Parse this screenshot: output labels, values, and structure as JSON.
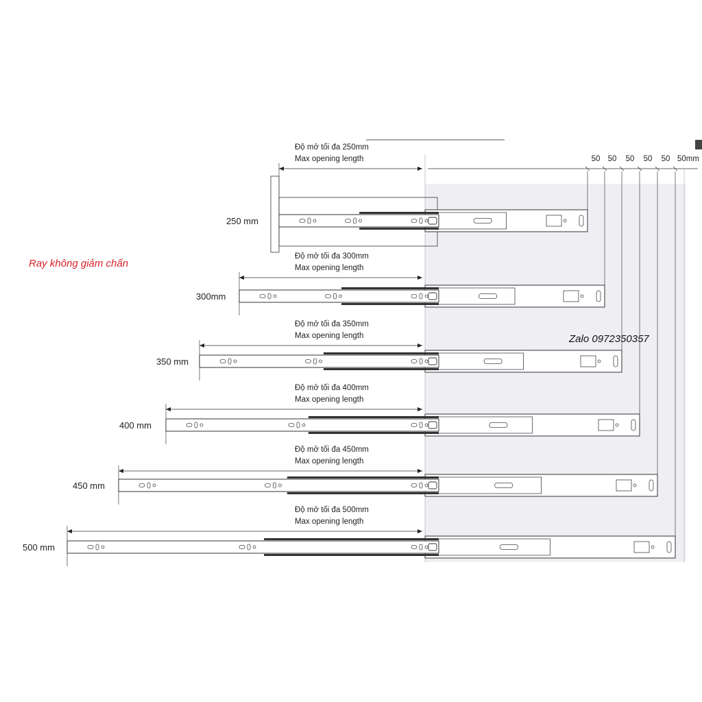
{
  "title_note": "Ray không giảm chấn",
  "watermark": "Zalo 0972350357",
  "increments": [
    "50",
    "50",
    "50",
    "50",
    "50",
    "50mm"
  ],
  "rows": [
    {
      "size_label": "250 mm",
      "opening_label": "Độ mở tối đa 250mm",
      "opening_sub": "Max opening length"
    },
    {
      "size_label": "300mm",
      "opening_label": "Độ mở tối đa 300mm",
      "opening_sub": "Max opening length"
    },
    {
      "size_label": "350 mm",
      "opening_label": "Độ mở tối đa 350mm",
      "opening_sub": "Max opening length"
    },
    {
      "size_label": "400 mm",
      "opening_label": "Độ mở tối đa 400mm",
      "opening_sub": "Max opening length"
    },
    {
      "size_label": "450 mm",
      "opening_label": "Độ mở tối đa 450mm",
      "opening_sub": "Max opening length"
    },
    {
      "size_label": "500 mm",
      "opening_label": "Độ mở tối đa 500mm",
      "opening_sub": "Max opening length"
    }
  ],
  "colors": {
    "panel": "#eeeef2",
    "line": "#333333",
    "accent": "#d8222a"
  }
}
